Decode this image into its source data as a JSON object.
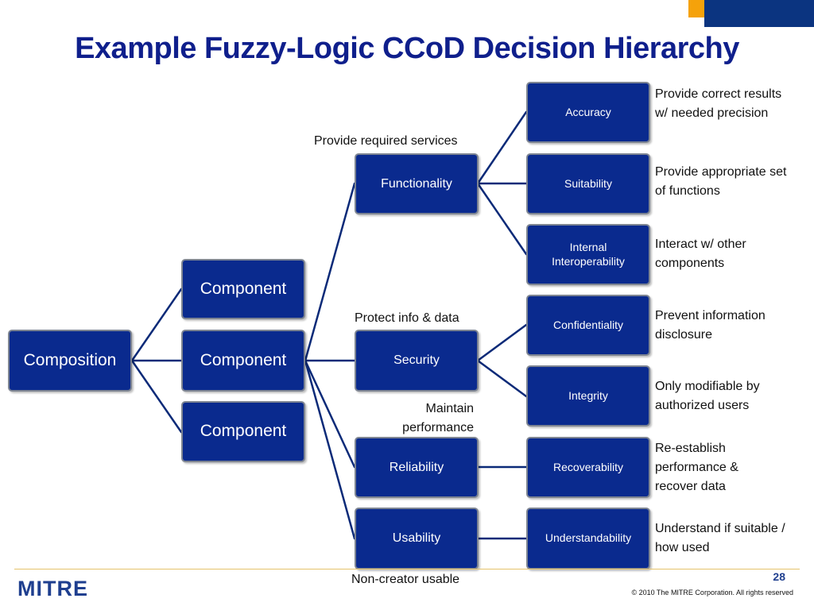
{
  "slide": {
    "title": "Example Fuzzy-Logic CCoD Decision Hierarchy",
    "page_number": "28",
    "copyright": "© 2010 The MITRE Corporation. All rights reserved",
    "logo": "MITRE",
    "colors": {
      "box_fill": "#0a2a8e",
      "box_border": "#7e8592",
      "connector": "#0b2a78",
      "title": "#0f1f8c",
      "corner_blue": "#0b3480",
      "corner_orange": "#f5a20a"
    }
  },
  "hierarchy": {
    "root": "Composition",
    "components": [
      "Component",
      "Component",
      "Component"
    ],
    "characteristics": [
      {
        "label": "Functionality",
        "note": "Provide required services"
      },
      {
        "label": "Security",
        "note": "Protect info & data"
      },
      {
        "label": "Reliability",
        "note": "Maintain performance"
      },
      {
        "label": "Usability",
        "note": "Non-creator usable"
      }
    ],
    "subcharacteristics": [
      {
        "label": "Accuracy",
        "description": "Provide correct results w/ needed precision"
      },
      {
        "label": "Suitability",
        "description": "Provide appropriate set of functions"
      },
      {
        "label": "Internal Interoperability",
        "description": "Interact w/ other components"
      },
      {
        "label": "Confidentiality",
        "description": "Prevent information disclosure"
      },
      {
        "label": "Integrity",
        "description": "Only modifiable by authorized users"
      },
      {
        "label": "Recoverability",
        "description": "Re-establish performance & recover data"
      },
      {
        "label": "Understandability",
        "description": "Understand if suitable / how used"
      }
    ]
  }
}
